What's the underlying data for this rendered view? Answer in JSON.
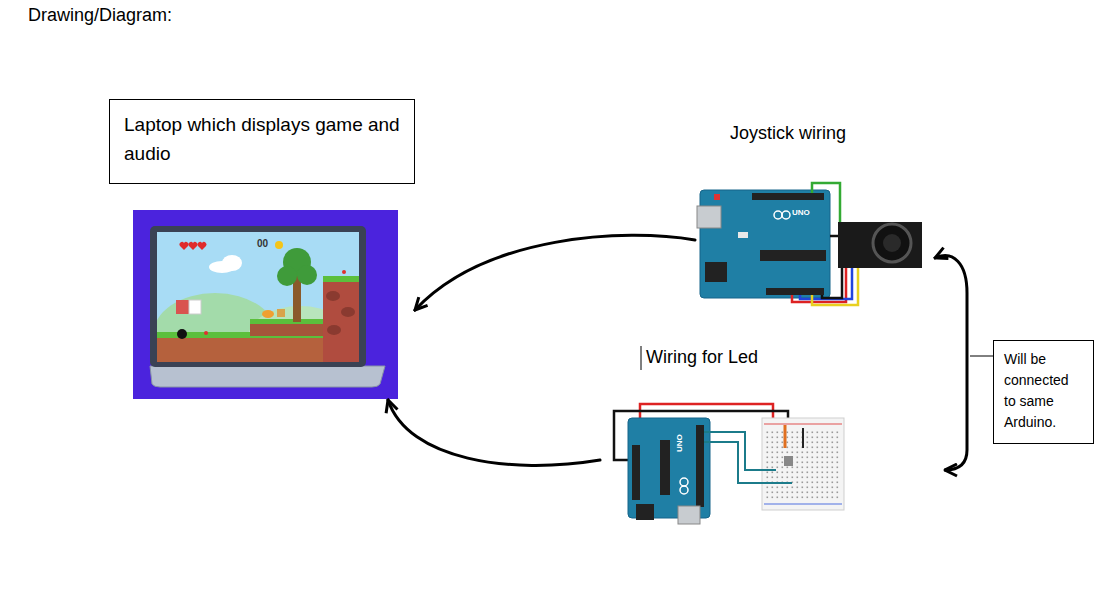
{
  "diagram": {
    "title": "Drawing/Diagram:",
    "nodes": [
      {
        "text": [
          "Laptop which displays game and audio"
        ]
      },
      {
        "text": [
          "Joystick wiring"
        ]
      },
      {
        "text": [
          "Wiring for Led"
        ]
      },
      {
        "text": [
          "Will be connected to same Arduino."
        ]
      }
    ],
    "edges": [
      {
        "from": 1,
        "to": 0,
        "arrow": "to"
      },
      {
        "from": 2,
        "to": 0,
        "arrow": "to"
      },
      {
        "from": 1,
        "to": 2,
        "arrow": "both"
      }
    ],
    "labels": [
      "00",
      "UNO",
      "UNO"
    ]
  }
}
